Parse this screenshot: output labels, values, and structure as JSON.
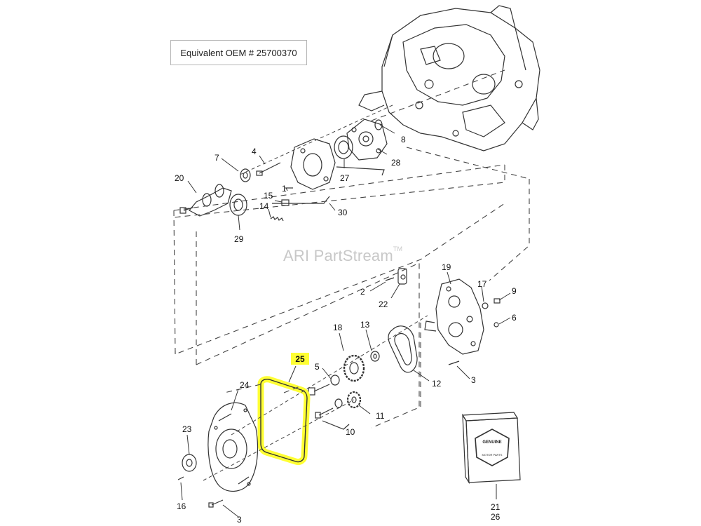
{
  "oem_note": "Equivalent OEM # 25700370",
  "watermark": {
    "text": "ARI PartStream",
    "mark": "TM"
  },
  "highlighted_callout": "25",
  "callouts": {
    "c1": "1",
    "c2": "2",
    "c3a": "3",
    "c3b": "3",
    "c4": "4",
    "c5": "5",
    "c6": "6",
    "c7": "7",
    "c8": "8",
    "c9": "9",
    "c10": "10",
    "c11": "11",
    "c12": "12",
    "c13": "13",
    "c14": "14",
    "c15": "15",
    "c16": "16",
    "c17": "17",
    "c18": "18",
    "c19": "19",
    "c20": "20",
    "c21": "21",
    "c22": "22",
    "c23": "23",
    "c24": "24",
    "c26": "26",
    "c27": "27",
    "c28": "28",
    "c29": "29",
    "c30": "30"
  },
  "package_label": {
    "line1": "GENUINE",
    "line2": "MOTOR PARTS"
  },
  "colors": {
    "highlight": "#ffff33",
    "line": "#333333",
    "dash": "#444444",
    "watermark": "#c8c8c8"
  }
}
